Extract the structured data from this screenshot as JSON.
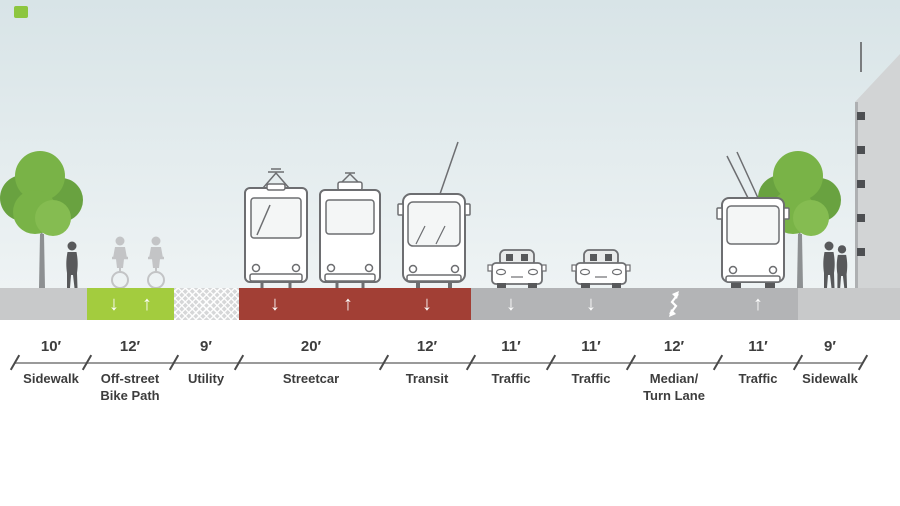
{
  "glyphs": {
    "arrow_down": "↓",
    "arrow_up": "↑"
  },
  "colors": {
    "sky_top": "#d8e4e7",
    "sky_bottom": "#eef3f4",
    "sidewalk": "#c8c9ca",
    "bike_path": "#a3cc3e",
    "transitway_red": "#a23f35",
    "roadway": "#b3b4b6",
    "arrow_white": "#ffffff",
    "text": "#3d3d3d",
    "logo_green": "#8dc63f"
  },
  "zones": [
    {
      "width": "10′",
      "label": "Sidewalk"
    },
    {
      "width": "12′",
      "label": "Off-street Bike Path"
    },
    {
      "width": "9′",
      "label": "Utility"
    },
    {
      "width": "20′",
      "label": "Streetcar"
    },
    {
      "width": "12′",
      "label": "Transit"
    },
    {
      "width": "11′",
      "label": "Traffic"
    },
    {
      "width": "11′",
      "label": "Traffic"
    },
    {
      "width": "12′",
      "label": "Median/ Turn Lane"
    },
    {
      "width": "11′",
      "label": "Traffic"
    },
    {
      "width": "9′",
      "label": "Sidewalk"
    }
  ]
}
